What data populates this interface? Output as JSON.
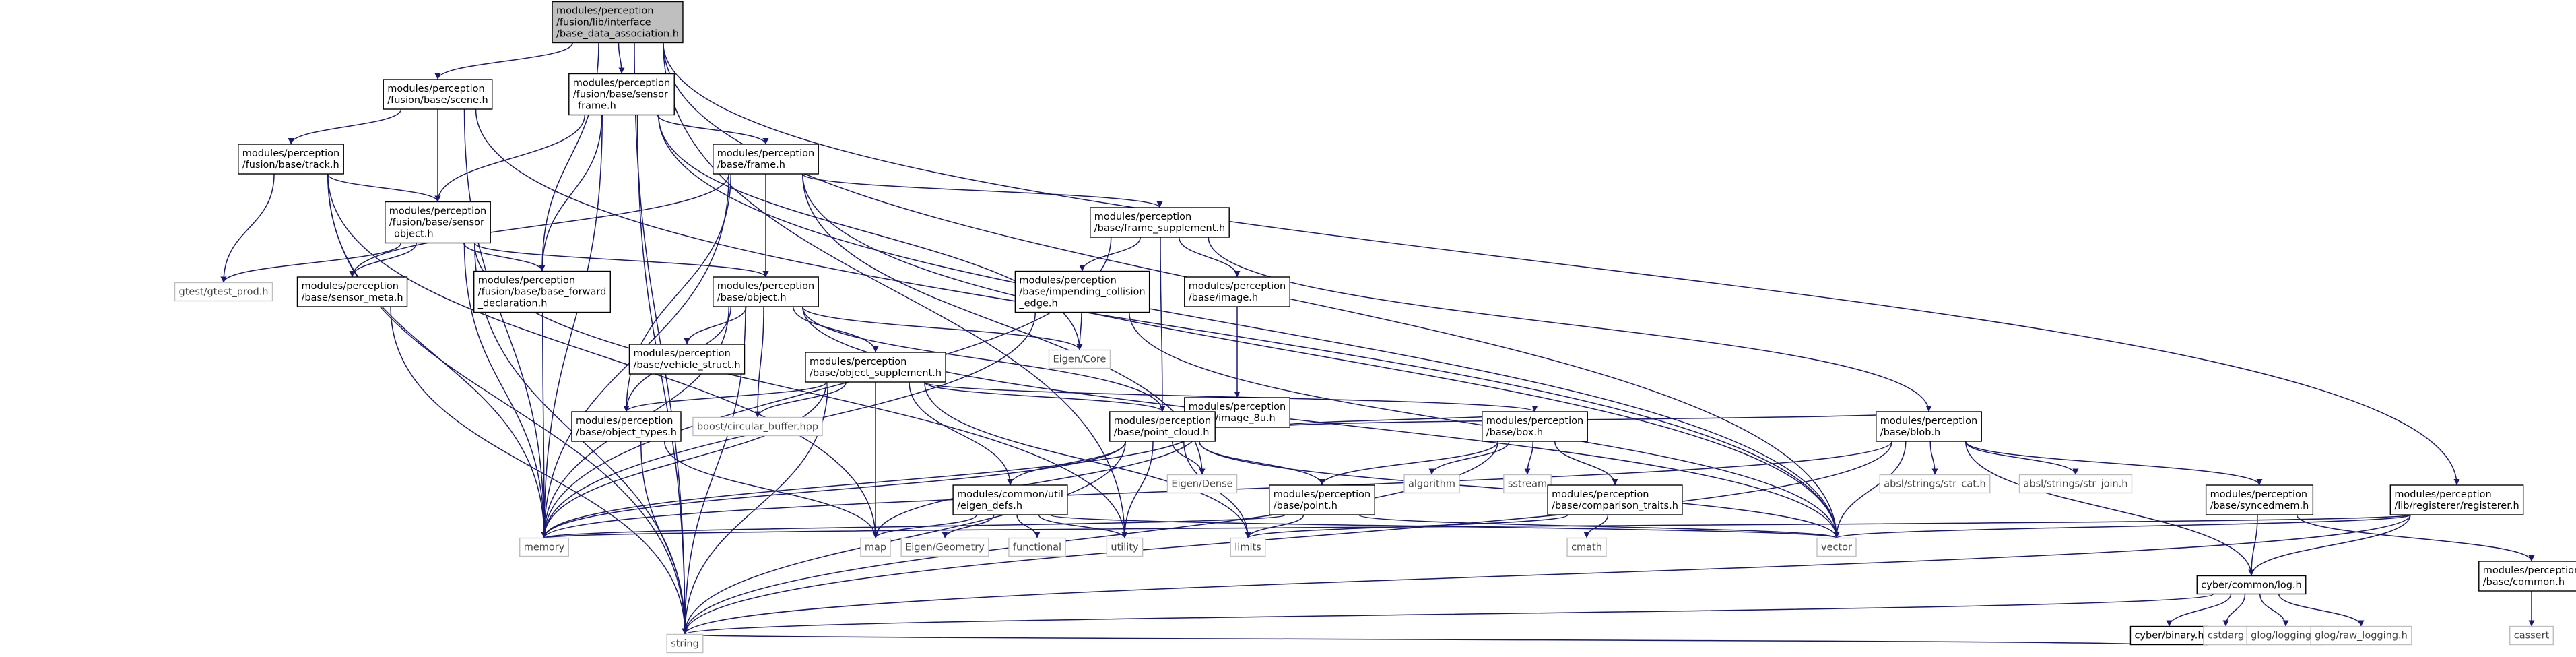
{
  "graph": {
    "nodes": [
      {
        "id": "root",
        "lines": [
          "modules/perception",
          "/fusion/lib/interface",
          "/base_data_association.h"
        ],
        "root": true
      },
      {
        "id": "scene",
        "lines": [
          "modules/perception",
          "/fusion/base/scene.h"
        ]
      },
      {
        "id": "sensor_frame",
        "lines": [
          "modules/perception",
          "/fusion/base/sensor",
          "_frame.h"
        ]
      },
      {
        "id": "track",
        "lines": [
          "modules/perception",
          "/fusion/base/track.h"
        ]
      },
      {
        "id": "frame",
        "lines": [
          "modules/perception",
          "/base/frame.h"
        ]
      },
      {
        "id": "sensor_object",
        "lines": [
          "modules/perception",
          "/fusion/base/sensor",
          "_object.h"
        ]
      },
      {
        "id": "frame_supplement",
        "lines": [
          "modules/perception",
          "/base/frame_supplement.h"
        ]
      },
      {
        "id": "gtest",
        "lines": [
          "gtest/gtest_prod.h"
        ],
        "external": true
      },
      {
        "id": "sensor_meta",
        "lines": [
          "modules/perception",
          "/base/sensor_meta.h"
        ]
      },
      {
        "id": "fwd_decl",
        "lines": [
          "modules/perception",
          "/fusion/base/base_forward",
          "_declaration.h"
        ]
      },
      {
        "id": "object",
        "lines": [
          "modules/perception",
          "/base/object.h"
        ]
      },
      {
        "id": "impending",
        "lines": [
          "modules/perception",
          "/base/impending_collision",
          "_edge.h"
        ]
      },
      {
        "id": "image",
        "lines": [
          "modules/perception",
          "/base/image.h"
        ]
      },
      {
        "id": "vehicle_struct",
        "lines": [
          "modules/perception",
          "/base/vehicle_struct.h"
        ]
      },
      {
        "id": "eigen_core",
        "lines": [
          "Eigen/Core"
        ],
        "external": true
      },
      {
        "id": "object_supplement",
        "lines": [
          "modules/perception",
          "/base/object_supplement.h"
        ]
      },
      {
        "id": "image_8u",
        "lines": [
          "modules/perception",
          "/base/image_8u.h"
        ]
      },
      {
        "id": "object_types",
        "lines": [
          "modules/perception",
          "/base/object_types.h"
        ]
      },
      {
        "id": "circular_buffer",
        "lines": [
          "boost/circular_buffer.hpp"
        ],
        "external": true
      },
      {
        "id": "point_cloud",
        "lines": [
          "modules/perception",
          "/base/point_cloud.h"
        ]
      },
      {
        "id": "box",
        "lines": [
          "modules/perception",
          "/base/box.h"
        ]
      },
      {
        "id": "blob",
        "lines": [
          "modules/perception",
          "/base/blob.h"
        ]
      },
      {
        "id": "eigen_dense",
        "lines": [
          "Eigen/Dense"
        ],
        "external": true
      },
      {
        "id": "eigen_defs",
        "lines": [
          "modules/common/util",
          "/eigen_defs.h"
        ]
      },
      {
        "id": "point",
        "lines": [
          "modules/perception",
          "/base/point.h"
        ]
      },
      {
        "id": "algorithm",
        "lines": [
          "algorithm"
        ],
        "external": true
      },
      {
        "id": "sstream",
        "lines": [
          "sstream"
        ],
        "external": true
      },
      {
        "id": "comparison_traits",
        "lines": [
          "modules/perception",
          "/base/comparison_traits.h"
        ]
      },
      {
        "id": "str_cat",
        "lines": [
          "absl/strings/str_cat.h"
        ],
        "external": true
      },
      {
        "id": "str_join",
        "lines": [
          "absl/strings/str_join.h"
        ],
        "external": true
      },
      {
        "id": "registerer",
        "lines": [
          "modules/perception",
          "/lib/registerer/registerer.h"
        ]
      },
      {
        "id": "syncedmem",
        "lines": [
          "modules/perception",
          "/base/syncedmem.h"
        ]
      },
      {
        "id": "memory",
        "lines": [
          "memory"
        ],
        "external": true
      },
      {
        "id": "map",
        "lines": [
          "map"
        ],
        "external": true
      },
      {
        "id": "eigen_geometry",
        "lines": [
          "Eigen/Geometry"
        ],
        "external": true
      },
      {
        "id": "functional",
        "lines": [
          "functional"
        ],
        "external": true
      },
      {
        "id": "utility",
        "lines": [
          "utility"
        ],
        "external": true
      },
      {
        "id": "limits",
        "lines": [
          "limits"
        ],
        "external": true
      },
      {
        "id": "cmath",
        "lines": [
          "cmath"
        ],
        "external": true
      },
      {
        "id": "vector",
        "lines": [
          "vector"
        ],
        "external": true
      },
      {
        "id": "log",
        "lines": [
          "cyber/common/log.h"
        ]
      },
      {
        "id": "perception_common",
        "lines": [
          "modules/perception",
          "/base/common.h"
        ]
      },
      {
        "id": "binary",
        "lines": [
          "cyber/binary.h"
        ]
      },
      {
        "id": "cstdarg",
        "lines": [
          "cstdarg"
        ],
        "external": true
      },
      {
        "id": "glog_logging",
        "lines": [
          "glog/logging.h"
        ],
        "external": true
      },
      {
        "id": "glog_raw",
        "lines": [
          "glog/raw_logging.h"
        ],
        "external": true
      },
      {
        "id": "cassert",
        "lines": [
          "cassert"
        ],
        "external": true
      },
      {
        "id": "string",
        "lines": [
          "string"
        ],
        "external": true
      }
    ],
    "edges": [
      [
        "root",
        "scene"
      ],
      [
        "root",
        "sensor_frame"
      ],
      [
        "root",
        "fwd_decl"
      ],
      [
        "root",
        "registerer"
      ],
      [
        "root",
        "string"
      ],
      [
        "root",
        "vector"
      ],
      [
        "root",
        "utility"
      ],
      [
        "scene",
        "track"
      ],
      [
        "scene",
        "sensor_object"
      ],
      [
        "scene",
        "memory"
      ],
      [
        "scene",
        "vector"
      ],
      [
        "sensor_frame",
        "frame"
      ],
      [
        "sensor_frame",
        "sensor_object"
      ],
      [
        "sensor_frame",
        "fwd_decl"
      ],
      [
        "sensor_frame",
        "memory"
      ],
      [
        "sensor_frame",
        "string"
      ],
      [
        "sensor_frame",
        "vector"
      ],
      [
        "sensor_frame",
        "eigen_core"
      ],
      [
        "track",
        "sensor_object"
      ],
      [
        "track",
        "gtest"
      ],
      [
        "track",
        "memory"
      ],
      [
        "track",
        "string"
      ],
      [
        "track",
        "map"
      ],
      [
        "frame",
        "object"
      ],
      [
        "frame",
        "frame_supplement"
      ],
      [
        "frame",
        "sensor_meta"
      ],
      [
        "frame",
        "object_types"
      ],
      [
        "frame",
        "memory"
      ],
      [
        "frame",
        "vector"
      ],
      [
        "frame",
        "eigen_dense"
      ],
      [
        "sensor_object",
        "gtest"
      ],
      [
        "sensor_object",
        "sensor_meta"
      ],
      [
        "sensor_object",
        "fwd_decl"
      ],
      [
        "sensor_object",
        "object"
      ],
      [
        "sensor_object",
        "memory"
      ],
      [
        "sensor_object",
        "string"
      ],
      [
        "sensor_object",
        "utility"
      ],
      [
        "frame_supplement",
        "impending"
      ],
      [
        "frame_supplement",
        "image"
      ],
      [
        "frame_supplement",
        "point_cloud"
      ],
      [
        "frame_supplement",
        "blob"
      ],
      [
        "frame_supplement",
        "memory"
      ],
      [
        "sensor_meta",
        "string"
      ],
      [
        "fwd_decl",
        "memory"
      ],
      [
        "object",
        "vehicle_struct"
      ],
      [
        "object",
        "eigen_core"
      ],
      [
        "object",
        "object_supplement"
      ],
      [
        "object",
        "object_types"
      ],
      [
        "object",
        "circular_buffer"
      ],
      [
        "object",
        "point_cloud"
      ],
      [
        "object",
        "memory"
      ],
      [
        "object",
        "string"
      ],
      [
        "object",
        "vector"
      ],
      [
        "impending",
        "eigen_core"
      ],
      [
        "impending",
        "memory"
      ],
      [
        "impending",
        "vector"
      ],
      [
        "image",
        "image_8u"
      ],
      [
        "object_supplement",
        "object_types"
      ],
      [
        "object_supplement",
        "circular_buffer"
      ],
      [
        "object_supplement",
        "point_cloud"
      ],
      [
        "object_supplement",
        "box"
      ],
      [
        "object_supplement",
        "eigen_defs"
      ],
      [
        "object_supplement",
        "memory"
      ],
      [
        "object_supplement",
        "string"
      ],
      [
        "object_supplement",
        "map"
      ],
      [
        "object_supplement",
        "limits"
      ],
      [
        "image_8u",
        "box"
      ],
      [
        "image_8u",
        "blob"
      ],
      [
        "image_8u",
        "memory"
      ],
      [
        "image_8u",
        "map"
      ],
      [
        "object_types",
        "string"
      ],
      [
        "object_types",
        "map"
      ],
      [
        "point_cloud",
        "point"
      ],
      [
        "point_cloud",
        "eigen_defs"
      ],
      [
        "point_cloud",
        "eigen_dense"
      ],
      [
        "point_cloud",
        "memory"
      ],
      [
        "point_cloud",
        "vector"
      ],
      [
        "point_cloud",
        "utility"
      ],
      [
        "point_cloud",
        "limits"
      ],
      [
        "point_cloud",
        "string"
      ],
      [
        "box",
        "algorithm"
      ],
      [
        "box",
        "sstream"
      ],
      [
        "box",
        "comparison_traits"
      ],
      [
        "box",
        "point"
      ],
      [
        "box",
        "string"
      ],
      [
        "blob",
        "str_cat"
      ],
      [
        "blob",
        "str_join"
      ],
      [
        "blob",
        "syncedmem"
      ],
      [
        "blob",
        "log"
      ],
      [
        "blob",
        "memory"
      ],
      [
        "blob",
        "string"
      ],
      [
        "blob",
        "vector"
      ],
      [
        "eigen_defs",
        "eigen_geometry"
      ],
      [
        "eigen_defs",
        "functional"
      ],
      [
        "eigen_defs",
        "map"
      ],
      [
        "eigen_defs",
        "utility"
      ],
      [
        "eigen_defs",
        "vector"
      ],
      [
        "point",
        "limits"
      ],
      [
        "point",
        "memory"
      ],
      [
        "point",
        "vector"
      ],
      [
        "comparison_traits",
        "cmath"
      ],
      [
        "comparison_traits",
        "limits"
      ],
      [
        "registerer",
        "log"
      ],
      [
        "registerer",
        "string"
      ],
      [
        "registerer",
        "vector"
      ],
      [
        "registerer",
        "memory"
      ],
      [
        "syncedmem",
        "perception_common"
      ],
      [
        "syncedmem",
        "log"
      ],
      [
        "log",
        "binary"
      ],
      [
        "log",
        "cstdarg"
      ],
      [
        "log",
        "glog_logging"
      ],
      [
        "log",
        "glog_raw"
      ],
      [
        "log",
        "string"
      ],
      [
        "perception_common",
        "cassert"
      ],
      [
        "binary",
        "string"
      ]
    ]
  },
  "colors": {
    "edge": "#191970",
    "node_border": "#000000",
    "external_border": "#bfbfbf",
    "root_fill": "#bfbfbf",
    "node_fill": "#ffffff",
    "text": "#000000"
  }
}
